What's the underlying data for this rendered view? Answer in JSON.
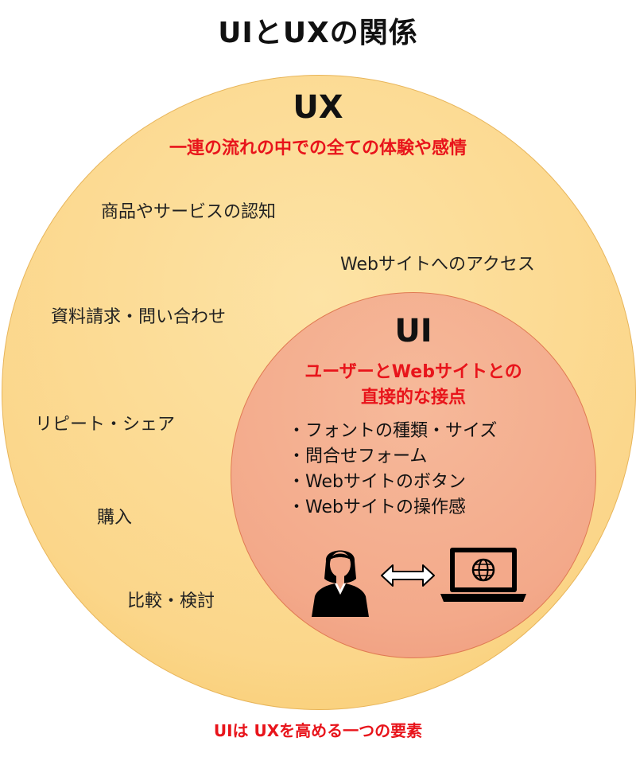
{
  "title": "UIとUXの関係",
  "ux": {
    "label": "UX",
    "subtitle": "一連の流れの中での全ての体験や感情",
    "items": [
      "商品やサービスの認知",
      "Webサイトへのアクセス",
      "資料請求・問い合わせ",
      "リピート・シェア",
      "購入",
      "比較・検討"
    ]
  },
  "ui": {
    "label": "UI",
    "subtitle_line1": "ユーザーとWebサイトとの",
    "subtitle_line2": "直接的な接点",
    "items": [
      "・フォントの種類・サイズ",
      "・問合せフォーム",
      "・Webサイトのボタン",
      "・Webサイトの操作感"
    ]
  },
  "icons": [
    "person-icon",
    "double-arrow-icon",
    "laptop-globe-icon"
  ],
  "footer": "UIは UXを高める一つの要素",
  "colors": {
    "outer_circle": "#fbd68a",
    "inner_circle": "#f3a98a",
    "accent_red": "#e8141b",
    "text_dark": "#111111"
  }
}
